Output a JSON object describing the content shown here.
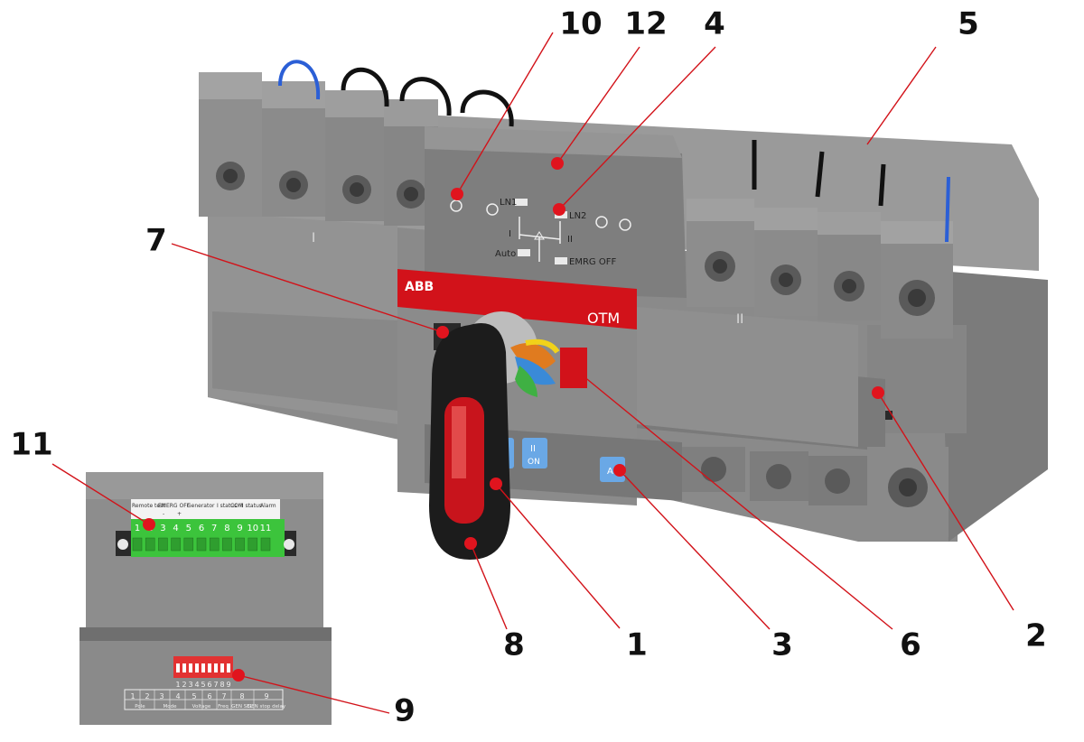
{
  "colors": {
    "housing": "#8c8c8c",
    "housing_dark": "#6d6d6d",
    "housing_light": "#a9a9a9",
    "abb_red": "#d2121a",
    "callout_red": "#e0141e",
    "handle_black": "#1c1c1c",
    "handle_red": "#c8141c",
    "terminal_green": "#3cc43c",
    "button_blue": "#6aa8e6"
  },
  "callouts": [
    {
      "label": "10"
    },
    {
      "label": "12"
    },
    {
      "label": "4"
    },
    {
      "label": "5"
    },
    {
      "label": "7"
    },
    {
      "label": "11"
    },
    {
      "label": "8"
    },
    {
      "label": "1"
    },
    {
      "label": "3"
    },
    {
      "label": "6"
    },
    {
      "label": "2"
    },
    {
      "label": "9"
    }
  ],
  "device": {
    "brand": "ABB",
    "model": "OTM",
    "top_section_mark": "I",
    "right_section_mark": "II",
    "control_panel": {
      "ln1": "LN1",
      "ln2": "LN2",
      "auto": "Auto",
      "emrg_off": "EMRG OFF",
      "pos_1": "I",
      "pos_2": "II"
    },
    "button_ii_on": {
      "top": "II",
      "bottom": "ON"
    },
    "button_auto": "A"
  },
  "terminal_block": {
    "headers": [
      "Remote test",
      "EMERG OFF",
      "Generator",
      "I status",
      "COM",
      "II status",
      "Alarm"
    ],
    "sub_marks": [
      "-",
      "+"
    ],
    "numbers": [
      "1",
      "2",
      "3",
      "4",
      "5",
      "6",
      "7",
      "8",
      "9",
      "10",
      "11"
    ]
  },
  "dip_panel": {
    "switch_numbers": [
      "1",
      "2",
      "3",
      "4",
      "5",
      "6",
      "7",
      "8",
      "9"
    ],
    "table_numbers": [
      "1",
      "2",
      "3",
      "4",
      "5",
      "6",
      "7",
      "8",
      "9"
    ],
    "table_labels": [
      "Pole",
      "Mode",
      "Voltage",
      "Freq",
      "GEN SEL",
      "GEN stop delay"
    ]
  }
}
